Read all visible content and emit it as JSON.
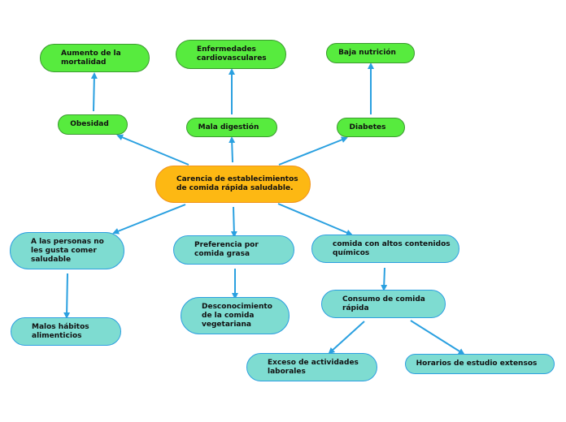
{
  "title": "Carencia de establecimientos de comida rápida saludable.",
  "colors": {
    "effect": "#57eb3e",
    "cause": "#7edcd1",
    "root": "#fdb813",
    "arrow": "#2aa0e0"
  },
  "effects": {
    "obesidad": "Obesidad",
    "mortalidad": "Aumento de la mortalidad",
    "mala_digestion": "Mala digestión",
    "cardio": "Enfermedades cardiovasculares",
    "diabetes": "Diabetes",
    "baja_nutricion": "Baja nutrición"
  },
  "causes": {
    "personas": "A las personas no les gusta comer saludable",
    "malos_habitos": "Malos hábitos alimenticios",
    "preferencia": "Preferencia por comida grasa",
    "desconocimiento": "Desconocimiento de la comida vegetariana",
    "quimicos": "comida con altos contenidos químicos",
    "consumo": "Consumo de comida rápida",
    "exceso": "Exceso de actividades laborales",
    "horarios": "Horarios de estudio extensos"
  }
}
